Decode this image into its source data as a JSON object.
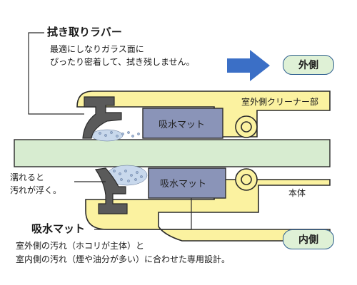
{
  "wiper": {
    "title": "拭き取りラバー",
    "desc_line1": "最適にしなりガラス面に",
    "desc_line2": "ぴったり密着して、拭き残しません。"
  },
  "side_outer": "外側",
  "side_inner": "内側",
  "outer_cleaner_label": "室外側クリーナー部",
  "body_label": "本体",
  "wet_note_line1": "濡れると",
  "wet_note_line2": "汚れが浮く。",
  "mat_label_outer": "吸水マット",
  "mat_label_inner": "吸水マット",
  "mat": {
    "title": "吸水マット",
    "desc_line1": "室外側の汚れ（ホコリが主体）と",
    "desc_line2": "室内側の汚れ（煙や油分が多い）に合わせた専用設計。"
  },
  "colors": {
    "housing": "#fbf2a0",
    "glass": "#d7ecd0",
    "mat": "#8a94b8",
    "rubber": "#5a5a5a",
    "arrow": "#3b6fc6",
    "outline": "#2b2b2b"
  }
}
